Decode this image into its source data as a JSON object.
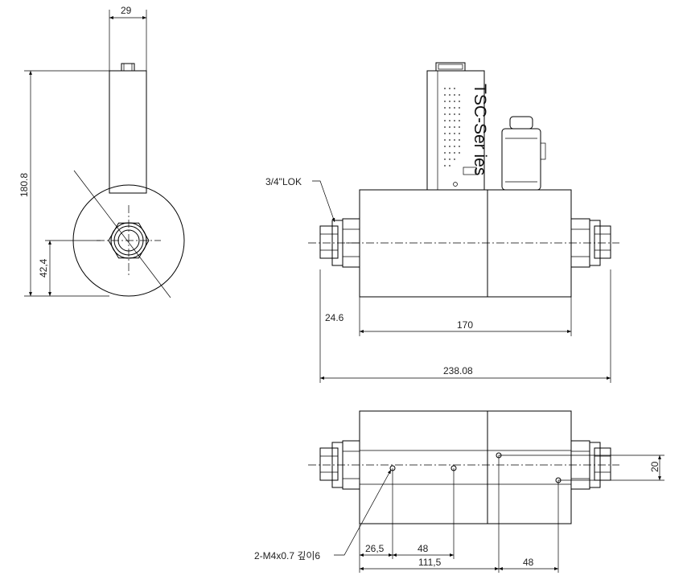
{
  "side_view": {
    "width_dim": "29",
    "height_dim": "180.8",
    "center_dim": "42,4"
  },
  "front_view": {
    "fitting_label": "3/4\"LOK",
    "offset_dim": "24.6",
    "body_dim": "170",
    "overall_dim": "238.08",
    "brand_text": "TSC-Ser ies"
  },
  "bottom_view": {
    "hole_callout": "2-M4x0.7 깊이6",
    "dim_265": "26,5",
    "dim_48_a": "48",
    "dim_1115": "111,5",
    "dim_48_b": "48",
    "dim_20": "20"
  }
}
